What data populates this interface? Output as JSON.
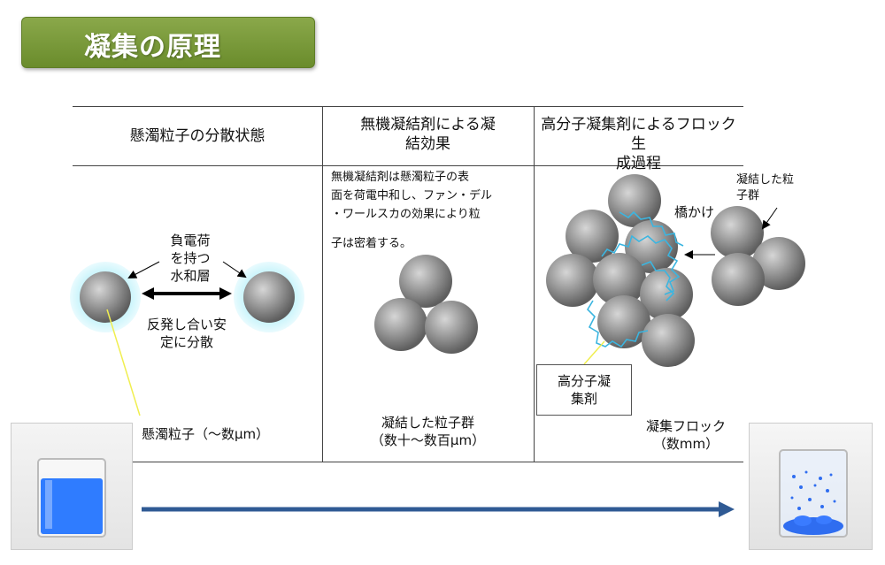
{
  "title": "凝集の原理",
  "columns": [
    {
      "header": "懸濁粒子の分散状態"
    },
    {
      "header_line1": "無機凝結剤による凝",
      "header_line2": "結効果"
    },
    {
      "header_line1": "高分子凝集剤によるフロック生",
      "header_line2": "成過程"
    }
  ],
  "col1": {
    "charge_label_line1": "負電荷",
    "charge_label_line2": "を持つ",
    "charge_label_line3": "水和層",
    "repel_line1": "反発し合い安",
    "repel_line2": "定に分散",
    "particle_label": "懸濁粒子（～数μm）"
  },
  "col2": {
    "desc_line1": "無機凝結剤は懸濁粒子の表",
    "desc_line2": "面を荷電中和し、ファン・デル",
    "desc_line3": "・ワールスカの効果により粒",
    "desc_line4": "子は密着する。",
    "group_line1": "凝結した粒子群",
    "group_line2": "（数十～数百μm）"
  },
  "col3": {
    "bridge_label": "橋かけ",
    "group_label_line1": "凝結した粒",
    "group_label_line2": "子群",
    "polymer_line1": "高分子凝",
    "polymer_line2": "集剤",
    "floc_line1": "凝集フロック",
    "floc_line2": "（数mm）"
  },
  "colors": {
    "title_bg": "#7a9a3a",
    "particle": "#8a8a8a",
    "halo": "#b8f0f8",
    "polymer": "#3bb5e0",
    "arrow": "#2f5a94",
    "water": "#2f7cff"
  }
}
